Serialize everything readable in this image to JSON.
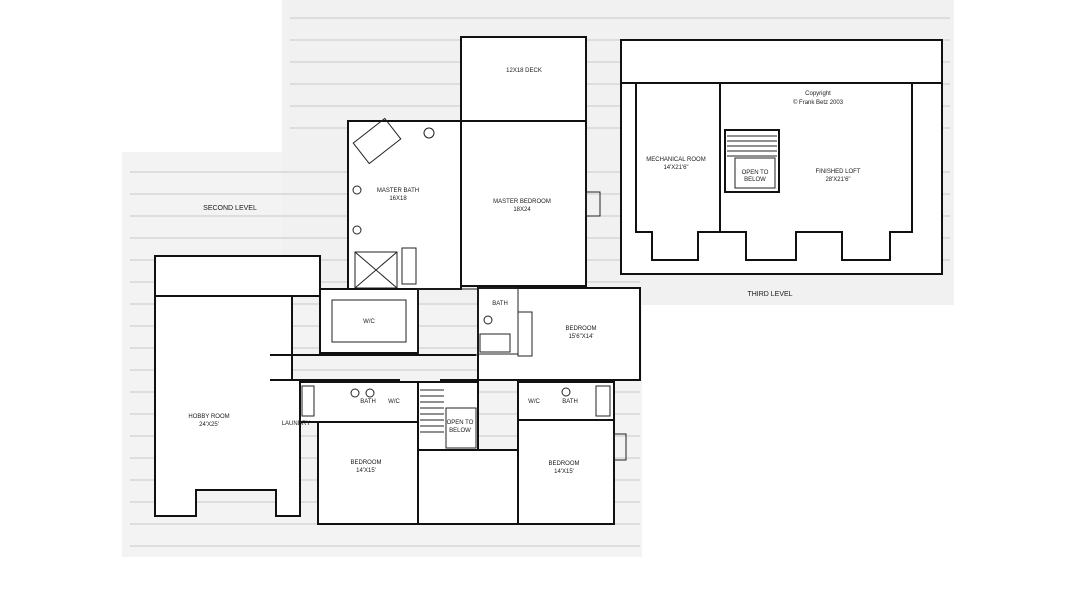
{
  "second_level": {
    "title": "SECOND LEVEL",
    "rooms": {
      "deck": "12X18 DECK",
      "master_bath": {
        "name": "MASTER BATH",
        "dims": "16X18"
      },
      "master_bedroom": {
        "name": "MASTER BEDROOM",
        "dims": "18X24"
      },
      "wic_master": "W/C",
      "bath_east": "BATH",
      "bedroom_east": {
        "name": "BEDROOM",
        "dims": "15'6\"X14'"
      },
      "hobby_room": {
        "name": "HOBBY ROOM",
        "dims": "24'X25'"
      },
      "bath_center": "BATH",
      "wic_center": "W/C",
      "laundry": "LAUNDRY",
      "open_to_below": [
        "OPEN TO",
        "BELOW"
      ],
      "bedroom_center": {
        "name": "BEDROOM",
        "dims": "14'X15'"
      },
      "wic_right": "W/C",
      "bath_right": "BATH",
      "bedroom_right": {
        "name": "BEDROOM",
        "dims": "14'X15'"
      }
    }
  },
  "third_level": {
    "title": "THIRD LEVEL",
    "copyright": [
      "Copyright",
      "© Frank Betz 2003"
    ],
    "rooms": {
      "mechanical": {
        "name": "MECHANICAL ROOM",
        "dims": "14'X21'6\""
      },
      "open_to_below": [
        "OPEN TO",
        "BELOW"
      ],
      "finished_loft": {
        "name": "FINISHED LOFT",
        "dims": "28'X21'6\""
      }
    }
  }
}
